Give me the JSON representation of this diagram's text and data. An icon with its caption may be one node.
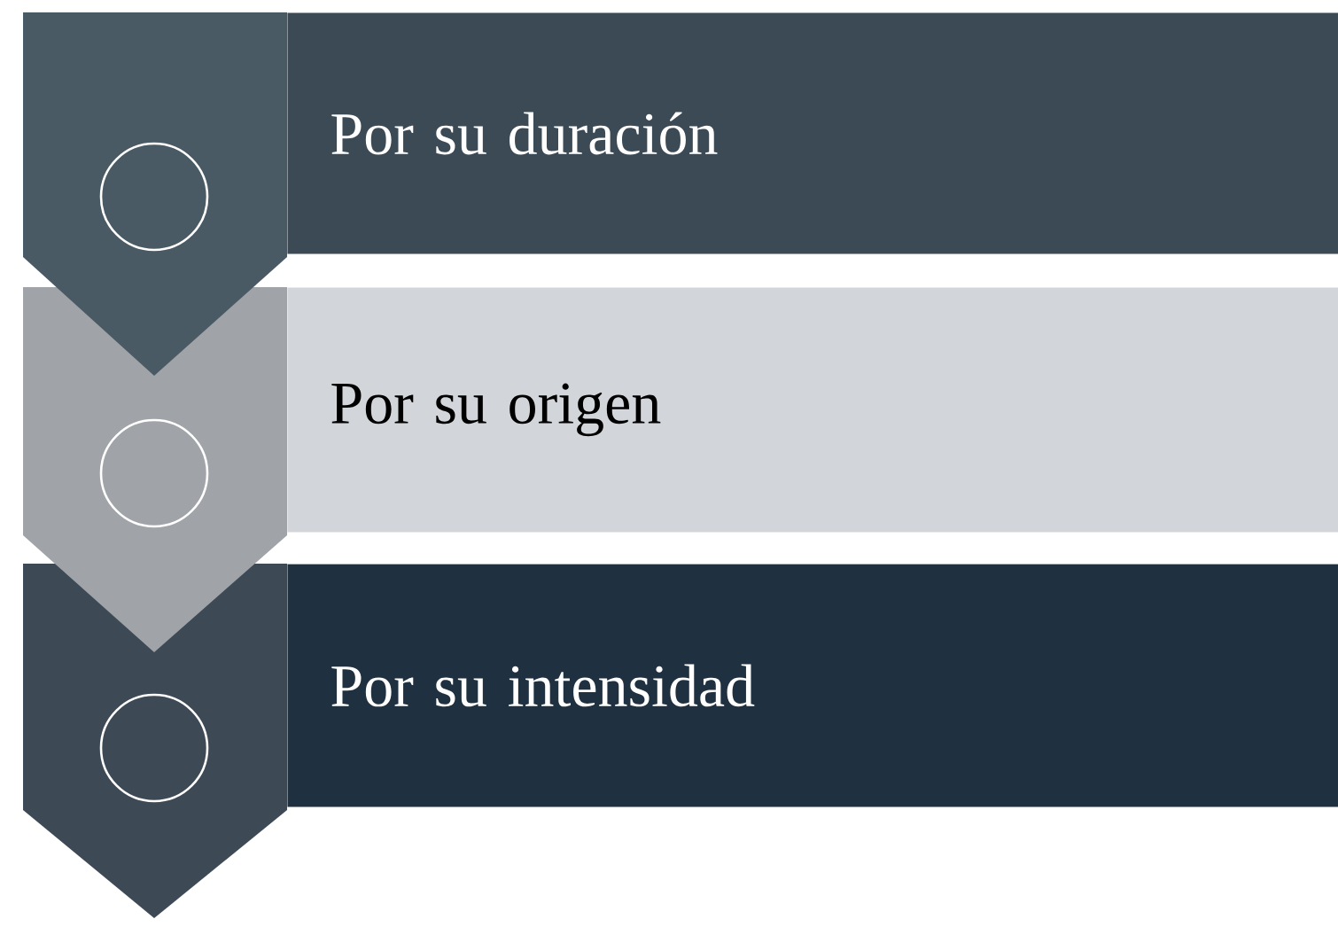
{
  "diagram": {
    "nodes": [
      {
        "text": [
          "Por su duración"
        ]
      },
      {
        "text": [
          "Por su origen"
        ]
      },
      {
        "text": [
          "Por su intensidad"
        ]
      }
    ]
  }
}
